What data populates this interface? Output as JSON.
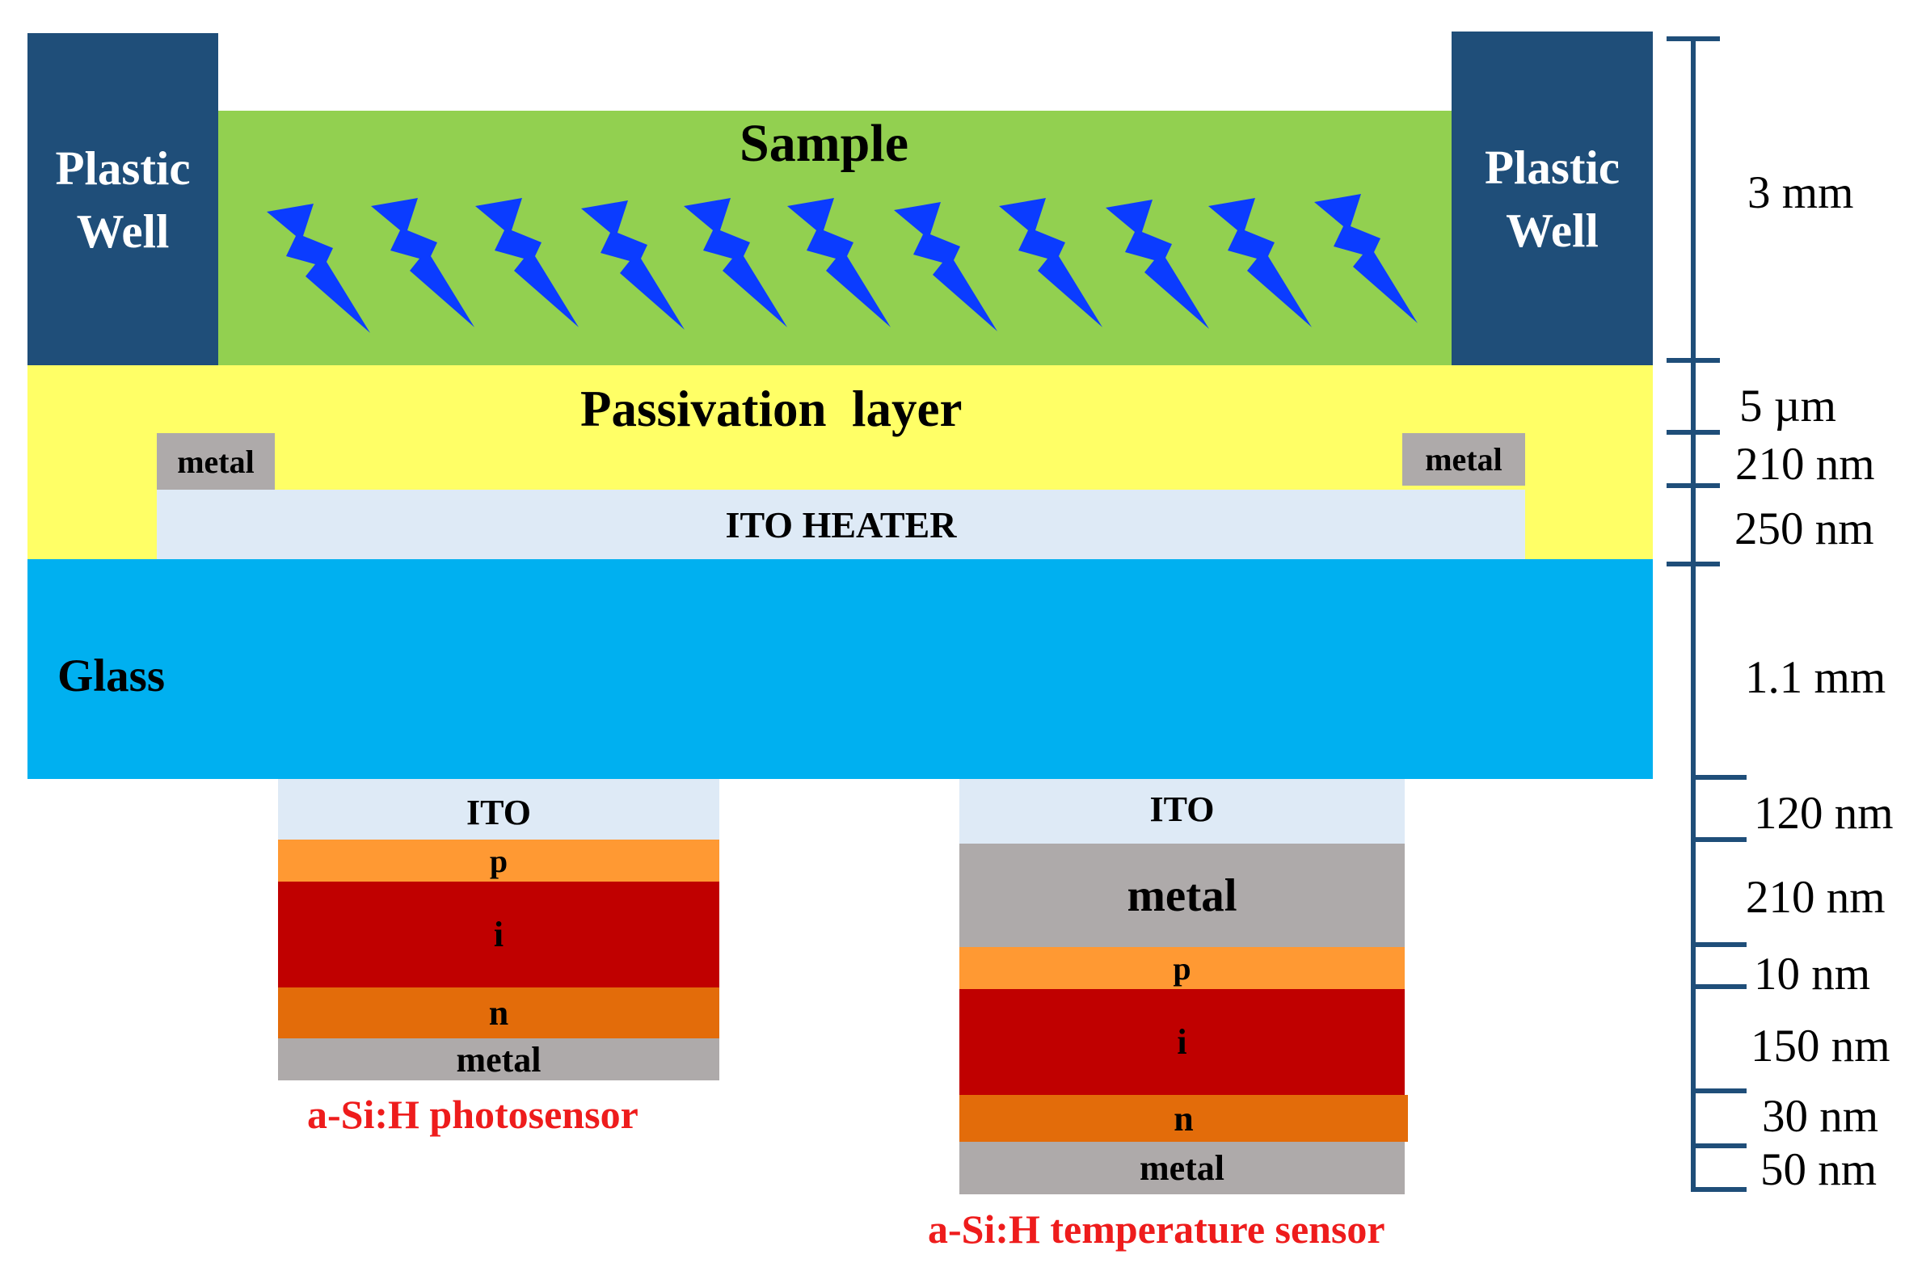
{
  "colors": {
    "well": "#1f4e79",
    "sample": "#92d050",
    "lightning": "#0b3cff",
    "passivation": "#ffff66",
    "metal": "#aeaaaa",
    "ito": "#deeaf6",
    "glass": "#00b0f0",
    "p_layer": "#ff9933",
    "i_layer": "#c00000",
    "n_layer": "#e36c0a",
    "caption": "#ee1c1c",
    "scale": "#1f4e79"
  },
  "top": {
    "well_left": {
      "line1": "Plastic",
      "line2": "Well"
    },
    "well_right": {
      "line1": "Plastic",
      "line2": "Well"
    },
    "sample_label": "Sample",
    "lightning_icon_count": 11
  },
  "passivation_label": "Passivation  layer",
  "metal_left": "metal",
  "metal_right": "metal",
  "heater_label": "ITO HEATER",
  "glass_label": "Glass",
  "photosensor": {
    "ito": "ITO",
    "p": "p",
    "i": "i",
    "n": "n",
    "metal": "metal",
    "caption": "a-Si:H photosensor"
  },
  "temp_sensor": {
    "ito": "ITO",
    "metal_top": "metal",
    "p": "p",
    "i": "i",
    "n": "n",
    "metal_bottom": "metal",
    "caption": "a-Si:H temperature sensor"
  },
  "scale": {
    "labels": [
      "3 mm",
      "5 µm",
      "210 nm",
      "250 nm",
      "1.1 mm",
      "120 nm",
      "210 nm",
      "10 nm",
      "150 nm",
      "30 nm",
      "50 nm"
    ]
  }
}
